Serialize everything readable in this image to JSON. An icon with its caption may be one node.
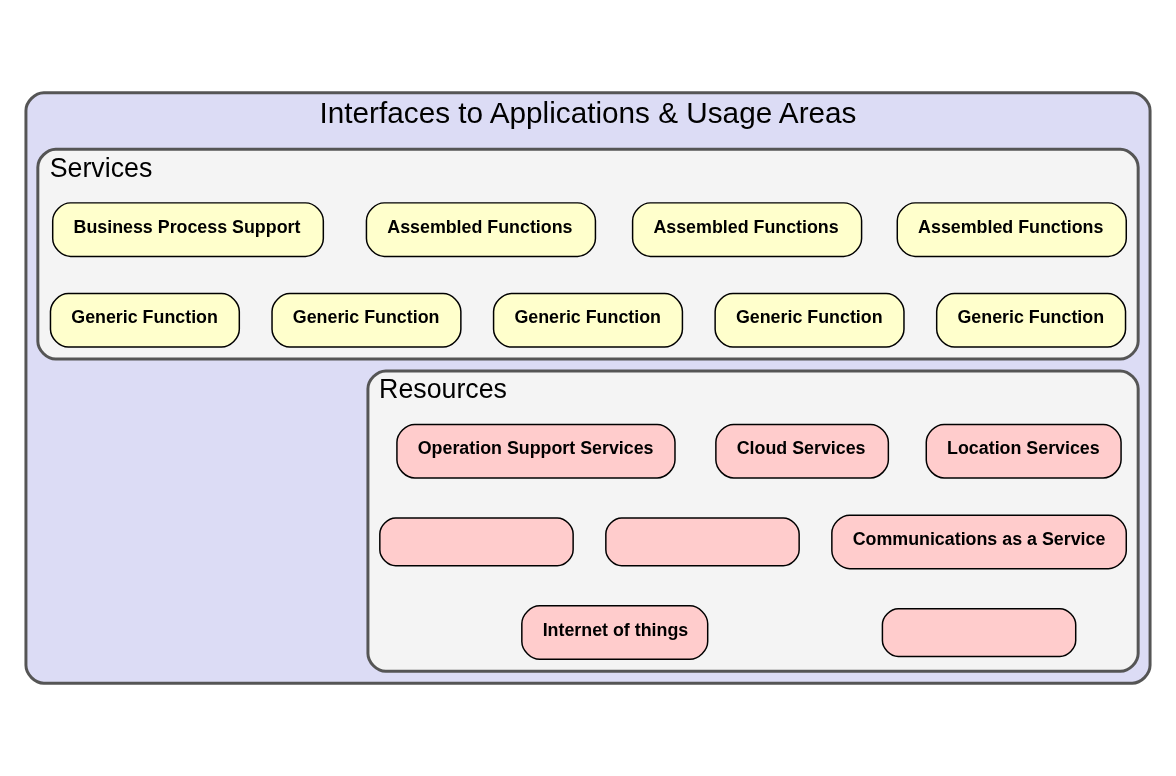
{
  "diagram": {
    "nodes": [
      {
        "text": [
          "Interfaces to Applications & Usage Areas"
        ]
      },
      {
        "text": [
          "Services"
        ],
        "in": 0
      },
      {
        "text": [
          "Assembled Functions"
        ],
        "in": 1
      },
      {
        "text": [
          "Assembled Functions"
        ],
        "in": 1
      },
      {
        "text": [
          "Assembled Functions"
        ],
        "in": 1
      },
      {
        "text": [
          "Business Process Support"
        ],
        "in": 1
      },
      {
        "text": [
          "Generic Function"
        ],
        "in": 1
      },
      {
        "text": [
          "Generic Function"
        ],
        "in": 1
      },
      {
        "text": [
          "Generic Function"
        ],
        "in": 1
      },
      {
        "text": [
          "Generic Function"
        ],
        "in": 1
      },
      {
        "text": [
          "Generic Function"
        ],
        "in": 1
      },
      {
        "text": [
          "Resources"
        ],
        "in": 0
      },
      {
        "text": [
          "Location Services"
        ],
        "in": 11
      },
      {
        "text": [
          "Cloud Services"
        ],
        "in": 11
      },
      {
        "text": [
          "Operation Support Services"
        ],
        "in": 11
      },
      {
        "text": [
          "Communications as a Service"
        ],
        "in": 11
      },
      {
        "text": [],
        "shape": "box",
        "in": 11
      },
      {
        "text": [],
        "shape": "box",
        "in": 11
      },
      {
        "text": [],
        "shape": "box",
        "in": 11
      },
      {
        "text": [
          "Internet of things"
        ],
        "in": 11
      }
    ]
  }
}
